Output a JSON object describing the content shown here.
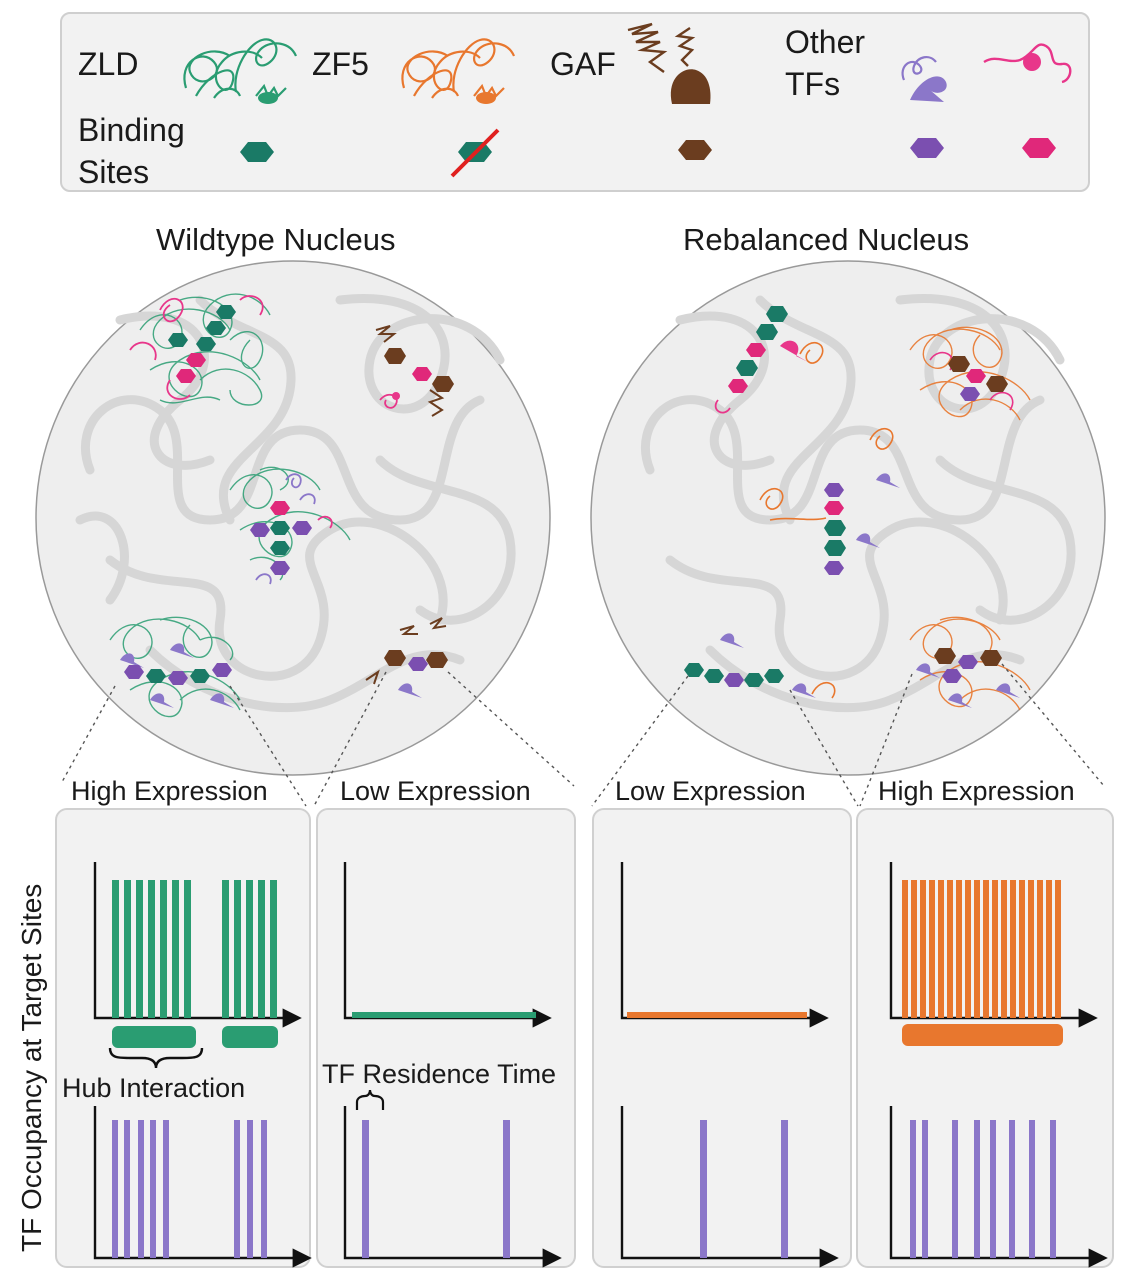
{
  "colors": {
    "zld": "#2a9d72",
    "zld_site": "#1a7a66",
    "zf5": "#e8772e",
    "gaf": "#6b3d1f",
    "other_purple": "#8b77c9",
    "other_pink": "#e8368a",
    "chromatin": "#d8d8d8",
    "nucleus_fill": "#eeeeee",
    "panel_fill": "#f2f2f2",
    "red_slash": "#e0201f"
  },
  "legend": {
    "zld": "ZLD",
    "zf5": "ZF5",
    "gaf": "GAF",
    "other_line1": "Other",
    "other_line2": "TFs",
    "binding_line1": "Binding",
    "binding_line2": "Sites"
  },
  "nuclei": {
    "wildtype_title": "Wildtype Nucleus",
    "rebalanced_title": "Rebalanced Nucleus"
  },
  "panels": [
    {
      "title": "High Expression"
    },
    {
      "title": "Low Expression"
    },
    {
      "title": "Low Expression"
    },
    {
      "title": "High Expression"
    }
  ],
  "annotations": {
    "y_axis": "TF Occupancy at Target Sites",
    "hub": "Hub Interaction",
    "residence": "TF Residence Time"
  }
}
